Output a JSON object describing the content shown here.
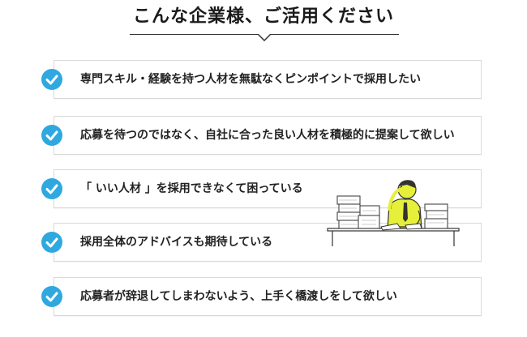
{
  "heading": {
    "title": "こんな企業様、ご活用ください"
  },
  "items": [
    {
      "text": "専門スキル・経験を持つ人材を無駄なくピンポイントで採用したい"
    },
    {
      "text": "応募を待つのではなく、自社に合った良い人材を積極的に提案して欲しい"
    },
    {
      "text": "「 いい人材 」を採用できなくて困っている"
    },
    {
      "text": "採用全体のアドバイスも期待している"
    },
    {
      "text": "応募者が辞退してしまわないよう、上手く橋渡しをして欲しい"
    }
  ],
  "icons": {
    "check": "check-circle-icon",
    "illustration": "stressed-office-worker-illustration"
  },
  "colors": {
    "check_bg": "#2fa8e0",
    "accent_yellow": "#e6ef3a",
    "card_border": "#d9d9d9"
  }
}
